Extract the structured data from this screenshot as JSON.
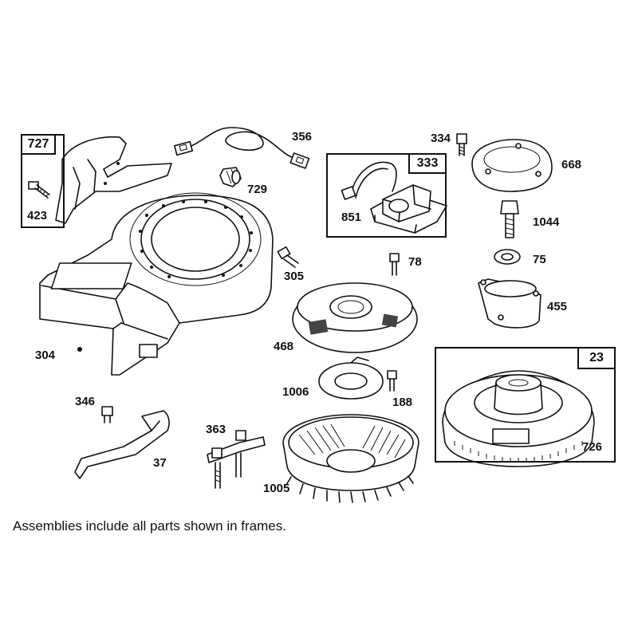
{
  "diagram": {
    "frames": [
      {
        "id": "727"
      },
      {
        "id": "333"
      },
      {
        "id": "23"
      }
    ],
    "callouts": {
      "c727": "727",
      "c423": "423",
      "c356": "356",
      "c729": "729",
      "c333": "333",
      "c851": "851",
      "c334": "334",
      "c668": "668",
      "c1044": "1044",
      "c78": "78",
      "c75": "75",
      "c305": "305",
      "c455": "455",
      "c304": "304",
      "c468": "468",
      "c23": "23",
      "c1006": "1006",
      "c188": "188",
      "c346": "346",
      "c363": "363",
      "c726": "726",
      "c37": "37",
      "c1005": "1005"
    },
    "note": "Assemblies include all parts shown in frames."
  }
}
